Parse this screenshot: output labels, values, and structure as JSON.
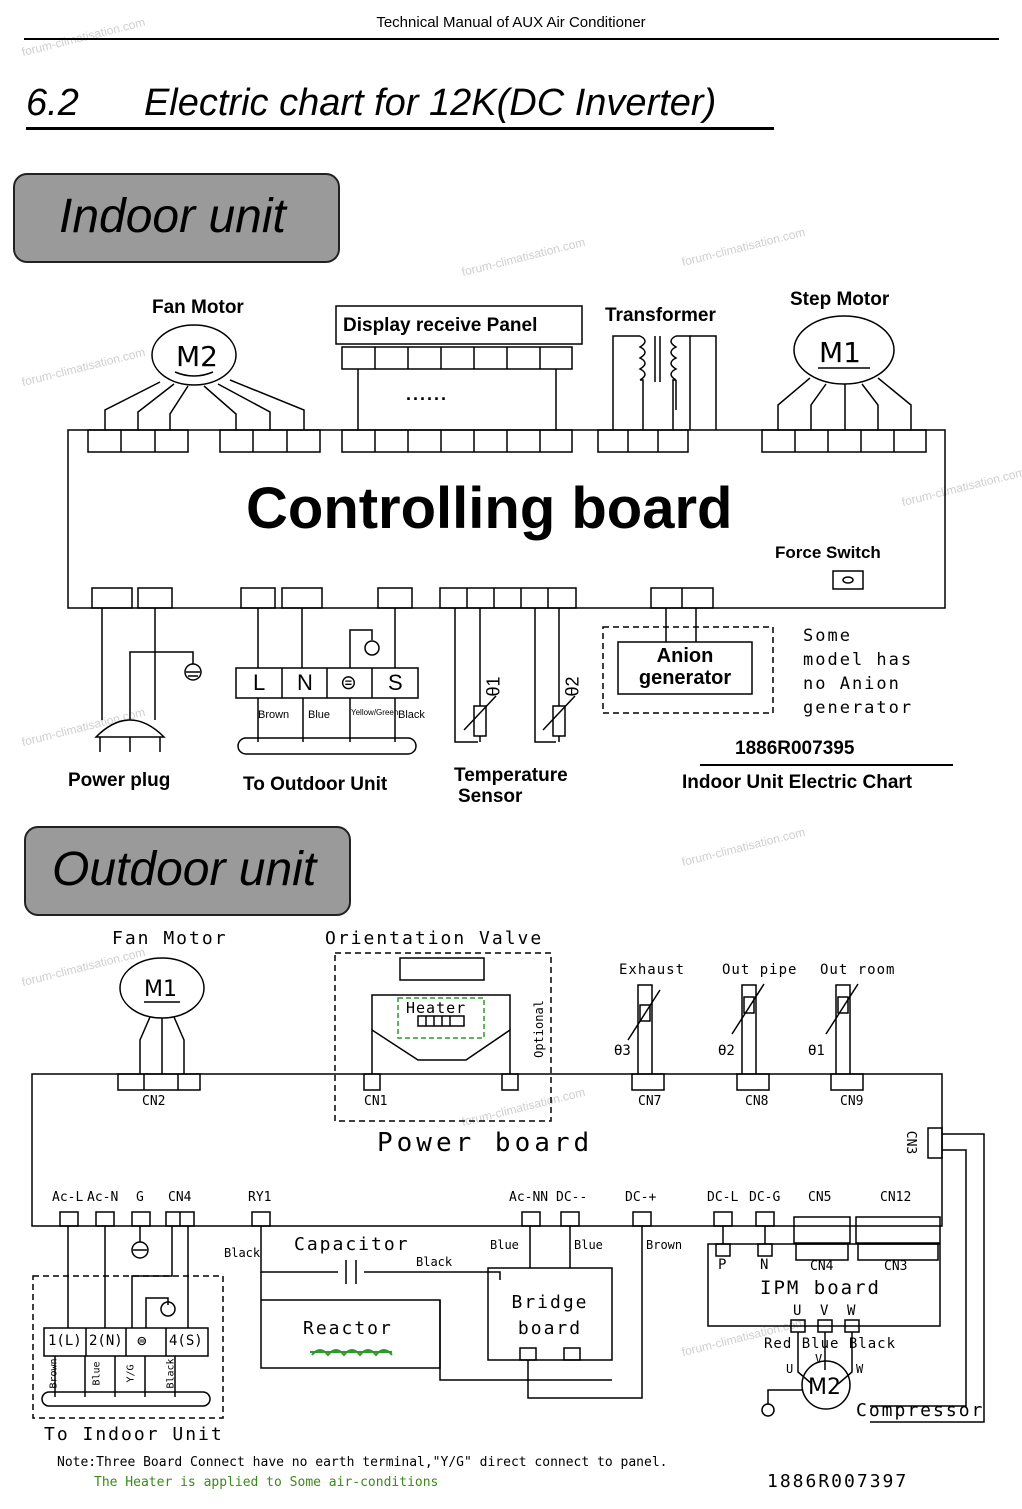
{
  "header": {
    "title": "Technical Manual of AUX Air Conditioner"
  },
  "section": {
    "number": "6.2",
    "title": "Electric chart for 12K(DC Inverter)"
  },
  "indoor": {
    "banner": "Indoor unit",
    "fan_motor": "Fan Motor",
    "fan_motor_symbol": "M2",
    "display_panel": "Display receive Panel",
    "dots": "......",
    "transformer": "Transformer",
    "step_motor": "Step Motor",
    "step_motor_symbol": "M1",
    "board": "Controlling board",
    "force_switch": "Force Switch",
    "terminals": [
      "L",
      "N",
      "⊜",
      "S"
    ],
    "wire_colors": [
      "Brown",
      "Blue",
      "Yellow/Green",
      "Black"
    ],
    "power_plug": "Power plug",
    "to_outdoor": "To Outdoor Unit",
    "temp_sensor_line1": "Temperature",
    "temp_sensor_line2": "Sensor",
    "theta1": "θ1",
    "theta2": "θ2",
    "anion_line1": "Anion",
    "anion_line2": "generator",
    "anion_note": [
      "Some",
      "model has",
      "no Anion",
      "generator"
    ],
    "code": "1886R007395",
    "chart_name": "Indoor Unit Electric Chart"
  },
  "outdoor": {
    "banner": "Outdoor unit",
    "fan_motor": "Fan Motor",
    "fan_motor_symbol": "M1",
    "orientation_valve": "Orientation Valve",
    "heater": "Heater",
    "optional": "Optional",
    "exhaust": "Exhaust",
    "out_pipe": "Out pipe",
    "out_room": "Out room",
    "theta3": "ϴ3",
    "theta2": "ϴ2",
    "theta1": "ϴ1",
    "cn2": "CN2",
    "cn1": "CN1",
    "cn7": "CN7",
    "cn8": "CN8",
    "cn9": "CN9",
    "cn3_side": "CN3",
    "board": "Power board",
    "bottom_connectors": [
      "Ac-L",
      "Ac-N",
      "G",
      "CN4",
      "RY1",
      "Ac-NN",
      "DC--",
      "DC-+",
      "DC-L",
      "DC-G",
      "CN5",
      "CN12"
    ],
    "capacitor": "Capacitor",
    "reactor": "Reactor",
    "black1": "Black",
    "black2": "Black",
    "blue1": "Blue",
    "blue2": "Blue",
    "brown": "Brown",
    "bridge_line1": "Bridge",
    "bridge_line2": "board",
    "ipm_p": "P",
    "ipm_n": "N",
    "ipm_cn4": "CN4",
    "ipm_cn3": "CN3",
    "ipm": "IPM board",
    "uvw": [
      "U",
      "V",
      "W"
    ],
    "phase_colors": "Red Blue Black",
    "comp_u": "U",
    "comp_v": "V",
    "comp_w": "W",
    "compressor_symbol": "M2",
    "compressor": "Compressor",
    "indoor_terminals": [
      "1(L)",
      "2(N)",
      "⊜",
      "4(S)"
    ],
    "indoor_wire_colors": [
      "Brown",
      "Blue",
      "Y/G",
      "Black"
    ],
    "to_indoor": "To Indoor Unit",
    "note": "Note:Three Board Connect have no earth terminal,\"Y/G\" direct connect to panel.",
    "heater_note": "The Heater is applied to Some air-conditions",
    "code": "1886R007397"
  },
  "watermark": "forum-climatisation.com",
  "colors": {
    "banner_fill": "#9a9a9a",
    "heater_note": "#3a8a1a",
    "reactor_coil": "#2e9a2e",
    "heater_box": "#2e9a2e"
  }
}
